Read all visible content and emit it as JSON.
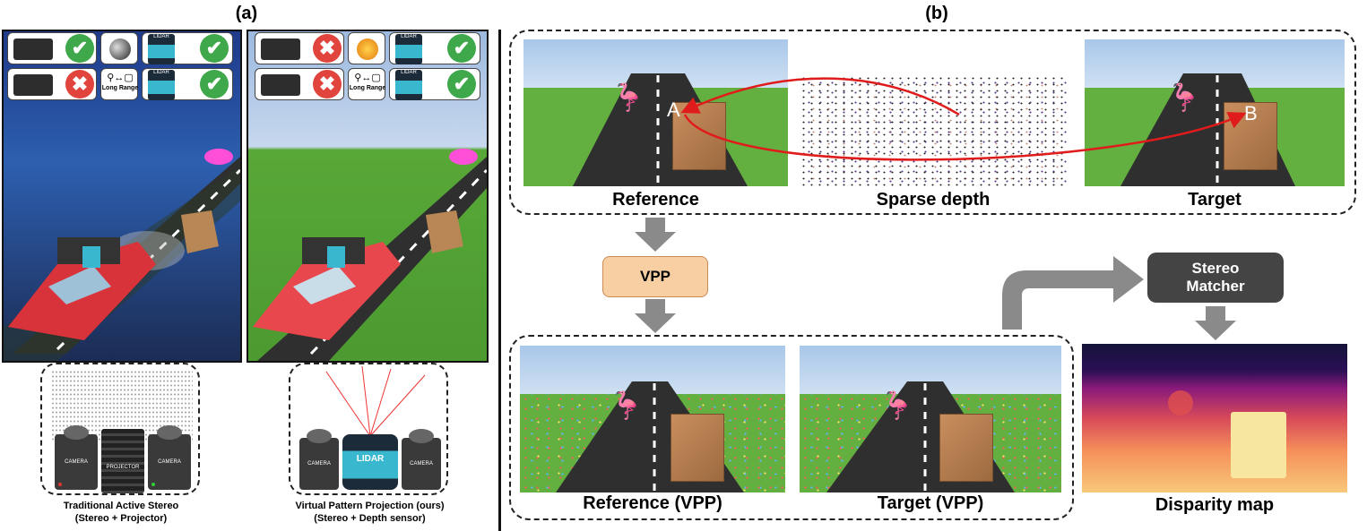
{
  "panel_labels": {
    "a": "(a)",
    "b": "(b)"
  },
  "panel_a": {
    "left_caption_line1": "Traditional Active Stereo",
    "left_caption_line2": "(Stereo + Projector)",
    "right_caption_line1": "Virtual Pattern Projection (ours)",
    "right_caption_line2": "(Stereo + Depth sensor)",
    "lidar_tag": "LIDAR",
    "long_range_tag": "Long Range",
    "camera_label": "CAMERA",
    "projector_label": "PROJECTOR",
    "lidar_label": "LIDAR",
    "icons": {
      "check": "✔",
      "cross": "✖"
    }
  },
  "panel_b": {
    "reference": "Reference",
    "sparse_depth": "Sparse depth",
    "target": "Target",
    "point_a": "A",
    "point_b": "B",
    "vpp": "VPP",
    "stereo_matcher_line1": "Stereo",
    "stereo_matcher_line2": "Matcher",
    "reference_vpp": "Reference (VPP)",
    "target_vpp": "Target (VPP)",
    "disparity_map": "Disparity map"
  },
  "colors": {
    "vpp_box": "#f8cfa3",
    "stereo_box": "#444444",
    "correspondence_arrow": "#e01b1b",
    "grass": "#63b040",
    "road": "#2f2f2f"
  }
}
